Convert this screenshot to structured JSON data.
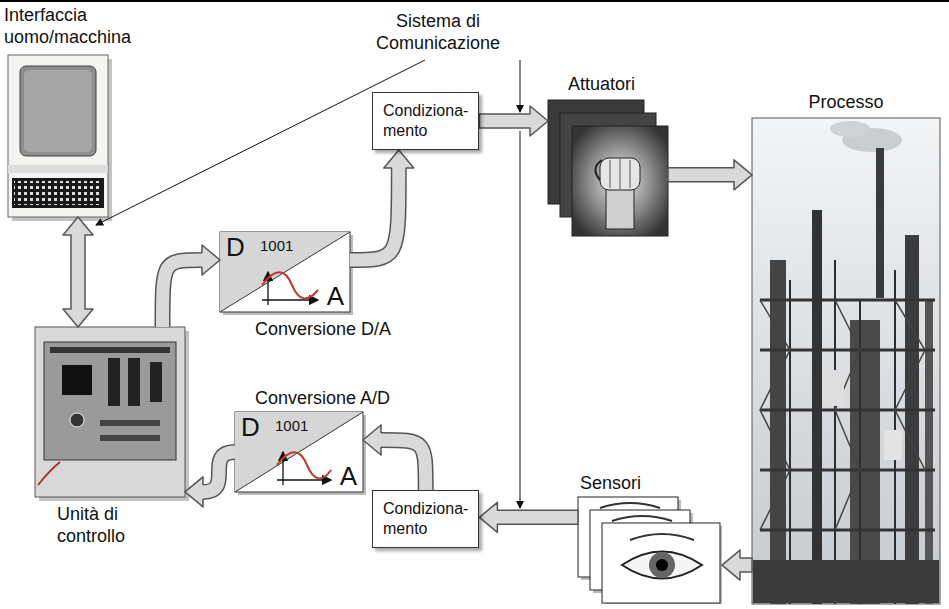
{
  "diagram": {
    "nodes": [
      {
        "text": [
          "Interfaccia uomo/macchina"
        ]
      },
      {
        "text": [
          "Unità di controllo"
        ]
      },
      {
        "text": [
          "Conversione D/A",
          "D",
          "1001",
          "A"
        ]
      },
      {
        "text": [
          "Condiziona- mento"
        ]
      },
      {
        "text": [
          "Attuatori"
        ]
      },
      {
        "text": [
          "Processo"
        ]
      },
      {
        "text": [
          "Sensori"
        ]
      },
      {
        "text": [
          "Condiziona- mento"
        ]
      },
      {
        "text": [
          "Conversione A/D",
          "D",
          "1001",
          "A"
        ]
      }
    ],
    "edges": [
      {
        "from": 0,
        "to": 1,
        "arrow": "both"
      },
      {
        "from": 1,
        "to": 2,
        "arrow": "to"
      },
      {
        "from": 2,
        "to": 3,
        "arrow": "to"
      },
      {
        "from": 3,
        "to": 4,
        "arrow": "to"
      },
      {
        "from": 4,
        "to": 5,
        "arrow": "to"
      },
      {
        "from": 5,
        "to": 6,
        "arrow": "to"
      },
      {
        "from": 6,
        "to": 7,
        "arrow": "to"
      },
      {
        "from": 7,
        "to": 8,
        "arrow": "to"
      },
      {
        "from": 8,
        "to": 1,
        "arrow": "to"
      }
    ],
    "labels": [
      "Sistema di Comunicazione"
    ]
  }
}
